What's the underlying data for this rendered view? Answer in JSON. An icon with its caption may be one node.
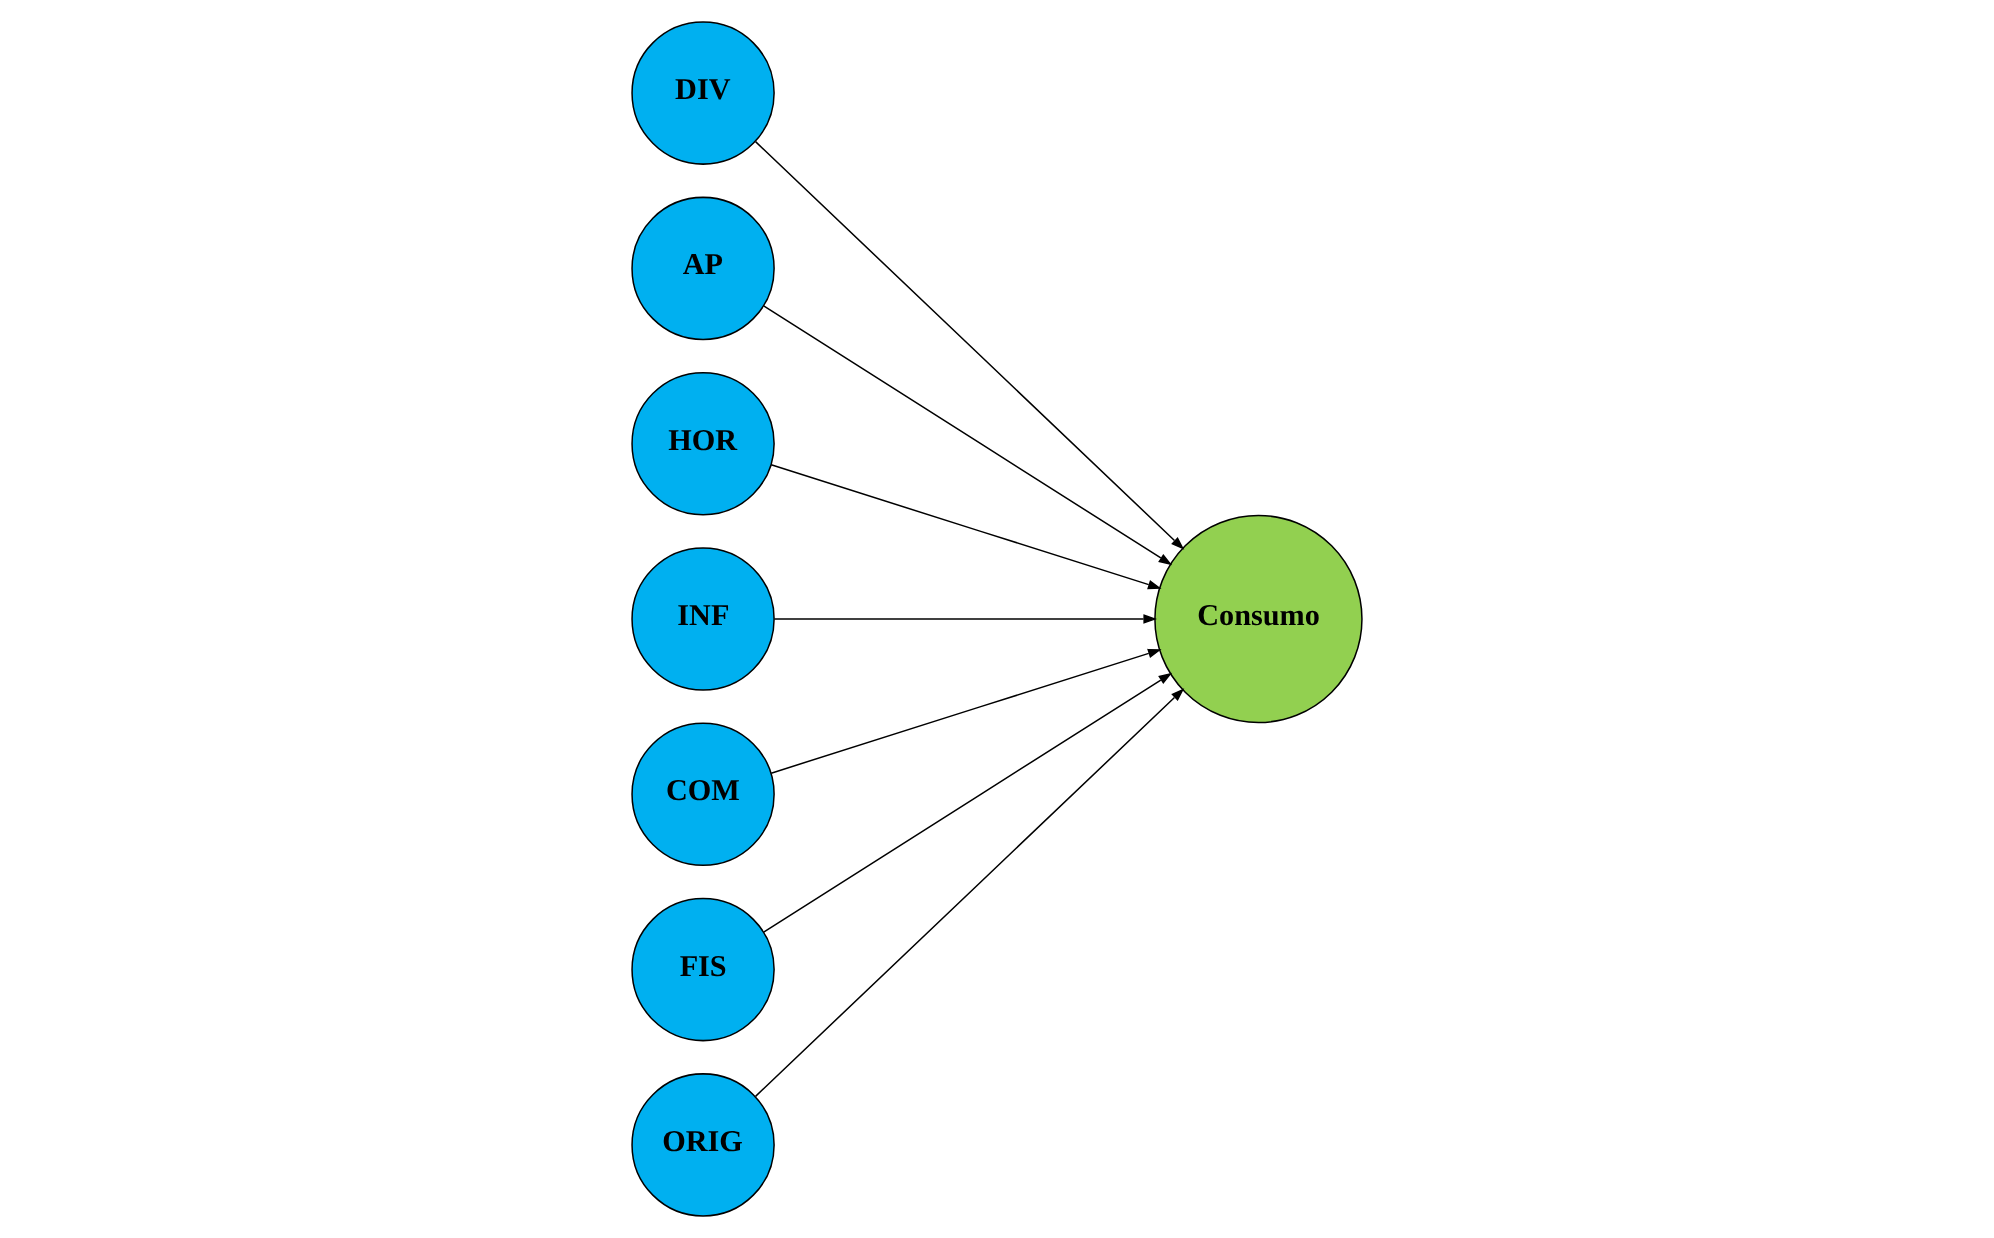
{
  "diagram": {
    "nodes": [
      {
        "text": [
          "DIV"
        ]
      },
      {
        "text": [
          "AP"
        ]
      },
      {
        "text": [
          "HOR"
        ]
      },
      {
        "text": [
          "INF"
        ]
      },
      {
        "text": [
          "COM"
        ]
      },
      {
        "text": [
          "FIS"
        ]
      },
      {
        "text": [
          "ORIG"
        ]
      },
      {
        "text": [
          "Consumo"
        ]
      }
    ],
    "edges": [
      {
        "from": 0,
        "to": 7,
        "arrow": "to"
      },
      {
        "from": 1,
        "to": 7,
        "arrow": "to"
      },
      {
        "from": 2,
        "to": 7,
        "arrow": "to"
      },
      {
        "from": 3,
        "to": 7,
        "arrow": "to"
      },
      {
        "from": 4,
        "to": 7,
        "arrow": "to"
      },
      {
        "from": 5,
        "to": 7,
        "arrow": "to"
      },
      {
        "from": 6,
        "to": 7,
        "arrow": "to"
      }
    ]
  }
}
